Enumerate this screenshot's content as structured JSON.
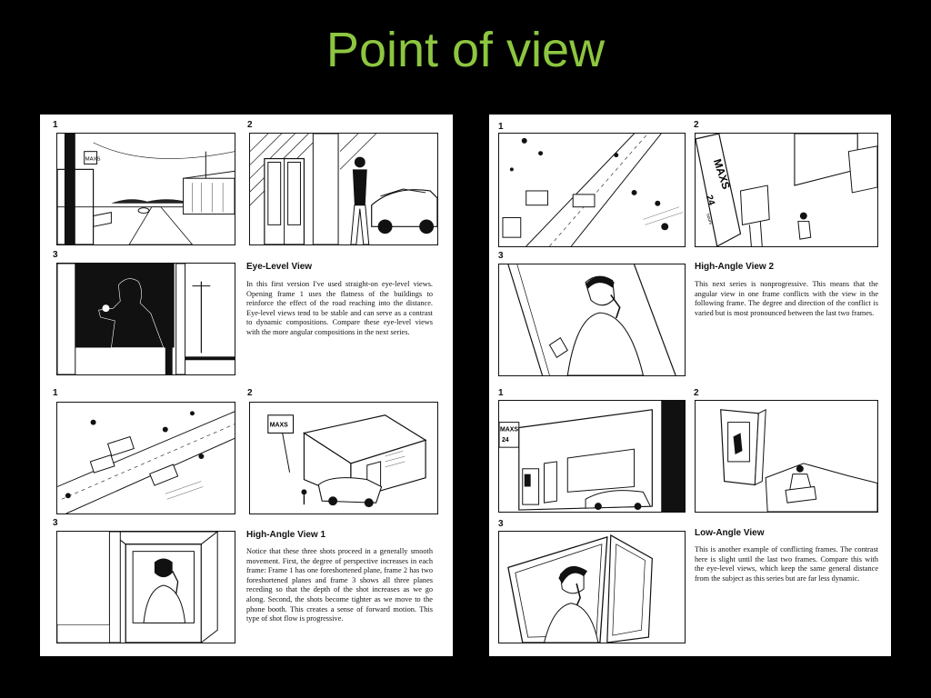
{
  "slide": {
    "title": "Point of view"
  },
  "left_page": {
    "series_eye": {
      "frame_numbers": [
        "1",
        "2",
        "3"
      ],
      "heading": "Eye-Level View",
      "body": "In this first version I've used straight-on eye-level views. Opening frame 1 uses the flatness of the buildings to reinforce the effect of the road reaching into the distance. Eye-level views tend to be stable and can serve as a contrast to dynamic compositions. Compare these eye-level views with the more angular compositions in the next series."
    },
    "series_high1": {
      "frame_numbers": [
        "1",
        "2",
        "3"
      ],
      "heading": "High-Angle View 1",
      "body": "Notice that these three shots proceed in a generally smooth movement. First, the degree of perspective increases in each frame: Frame 1 has one foreshortened plane, frame 2 has two foreshortened planes and frame 3 shows all three planes receding so that the depth of the shot increases as we go along. Second, the shots become tighter as we move to the phone booth. This creates a sense of forward motion. This type of shot flow is progressive."
    }
  },
  "right_page": {
    "series_high2": {
      "frame_numbers": [
        "1",
        "2",
        "3"
      ],
      "heading": "High-Angle View 2",
      "body": "This next series is nonprogressive. This means that the angular view in one frame conflicts with the view in the following frame. The degree and direction of the conflict is varied but is most pronounced between the last two frames."
    },
    "series_low": {
      "frame_numbers": [
        "1",
        "2",
        "3"
      ],
      "heading": "Low-Angle View",
      "body": "This is another example of conflicting frames. The contrast here is slight until the last two frames. Compare this with the eye-level views, which keep the same general distance from the subject as this series but are far less dynamic."
    }
  },
  "sketch_lettering": {
    "sign_maxs": "MAXS",
    "sign_24": "24",
    "sign_hours": "hours"
  }
}
